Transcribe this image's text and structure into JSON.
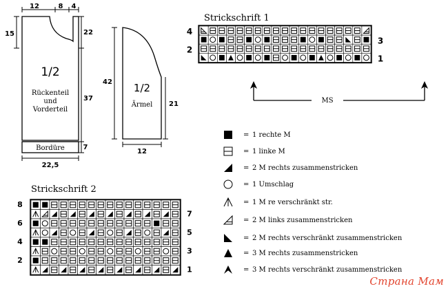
{
  "body_pattern": {
    "dims": {
      "top_left": "12",
      "top_mid": "8",
      "top_right": "4",
      "armhole_depth": "15",
      "shoulder_right": "22",
      "side_height": "37",
      "border_height": "7",
      "width": "22,5"
    },
    "fraction": "1/2",
    "label_lines": [
      "Rückenteil",
      "und",
      "Vorderteil"
    ],
    "border_label": "Bordüre"
  },
  "sleeve_pattern": {
    "dims": {
      "height": "42",
      "lower_height": "21",
      "width": "12"
    },
    "fraction": "1/2",
    "label": "Ärmel"
  },
  "chart1": {
    "title": "Strickschrift 1",
    "rows": [
      {
        "num": "4",
        "side": "left",
        "cells": "BLLLLLLLLLLLLLLLLLA"
      },
      {
        "num": "3",
        "side": "right",
        "cells": "SOSLLSOSLLLSOSLLRLS"
      },
      {
        "num": "2",
        "side": "left",
        "cells": "LLLLLLLLLLLLLLLLLLL"
      },
      {
        "num": "1",
        "side": "right",
        "cells": "ROSTOSOSLOSOSTOSOSO"
      }
    ],
    "repeat_label": "MS"
  },
  "chart2": {
    "title": "Strickschrift 2",
    "rows": [
      {
        "left": "8",
        "right": "",
        "cells": "SSLLLLLLLLLLLLLL"
      },
      {
        "left": "",
        "right": "7",
        "cells": "VAFLFLFLFLFLFLFL"
      },
      {
        "left": "6",
        "right": "",
        "cells": "SOLLLLLLLLLLLSLL"
      },
      {
        "left": "",
        "right": "5",
        "cells": "VOFLOLFLOLFLOLFL"
      },
      {
        "left": "4",
        "right": "",
        "cells": "SSLLLLLLLLLLLLLL"
      },
      {
        "left": "",
        "right": "3",
        "cells": "VLOLLOLLOLLOLLOL"
      },
      {
        "left": "2",
        "right": "",
        "cells": "SLLLLLLLLLLLLLLL"
      },
      {
        "left": "",
        "right": "1",
        "cells": "VFLFLFLFLFLFLFLF"
      }
    ]
  },
  "legend": [
    {
      "sym": "S",
      "icon": "filled-square-icon",
      "text": "1 rechte M"
    },
    {
      "sym": "L",
      "icon": "hline-square-icon",
      "text": "1 linke M"
    },
    {
      "sym": "F",
      "icon": "filled-triangle-right-icon",
      "text": "2 M rechts zusammenstricken"
    },
    {
      "sym": "O",
      "icon": "circle-icon",
      "text": "1 Umschlag"
    },
    {
      "sym": "V",
      "icon": "inverted-v-icon",
      "text": "1 M re verschränkt str."
    },
    {
      "sym": "A",
      "icon": "outline-triangle-icon",
      "text": "2 M links zusammenstricken"
    },
    {
      "sym": "R",
      "icon": "filled-triangle-left-icon",
      "text": "2 M rechts verschränkt zusammenstricken"
    },
    {
      "sym": "T",
      "icon": "filled-up-triangle-icon",
      "text": "3 M rechts zusammenstricken"
    },
    {
      "sym": "W",
      "icon": "chevron-triangle-icon",
      "text": "3 M rechts verschränkt zusammenstricken"
    }
  ],
  "legend_equals": "=",
  "watermark": "Страна Мам"
}
